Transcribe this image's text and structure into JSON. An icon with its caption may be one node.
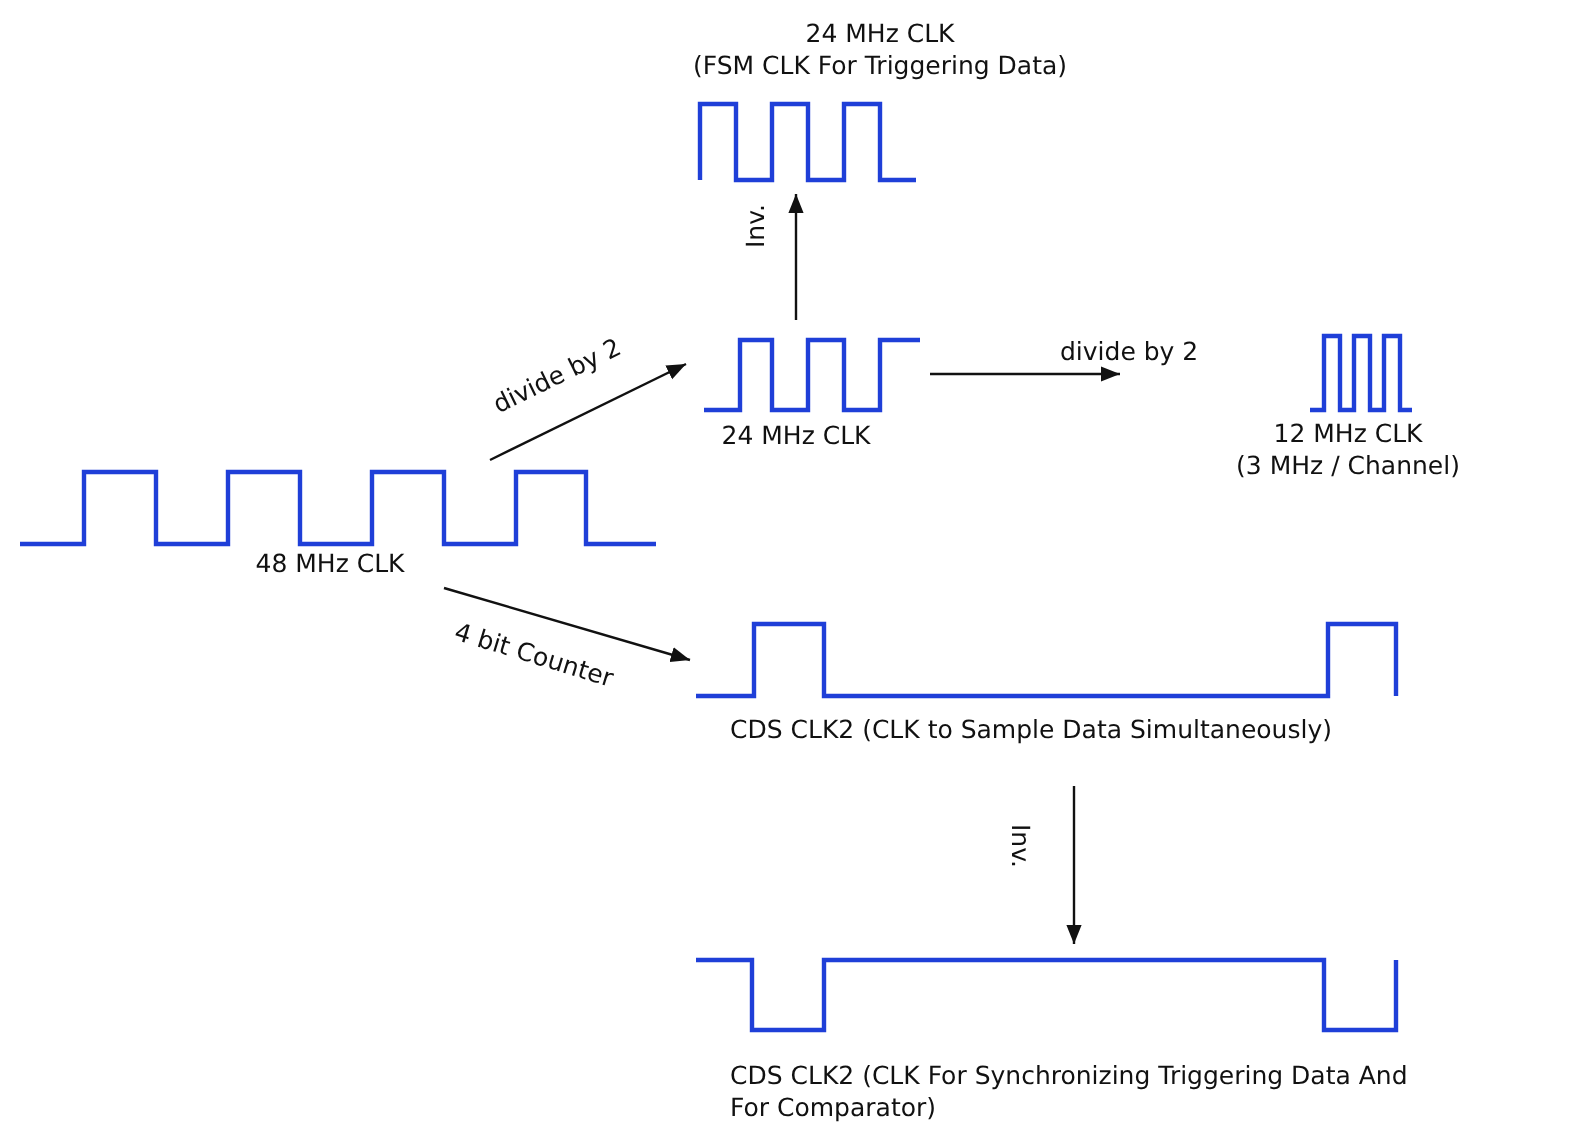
{
  "diagram": {
    "nodes": [
      {
        "text": [
          "24 MHz CLK",
          "(FSM CLK For Triggering Data)"
        ]
      },
      {
        "text": [
          "24 MHz CLK"
        ]
      },
      {
        "text": [
          "12 MHz CLK",
          "(3 MHz / Channel)"
        ]
      },
      {
        "text": [
          "48 MHz CLK"
        ]
      },
      {
        "text": [
          "CDS CLK2 (CLK to Sample Data Simultaneously)"
        ]
      },
      {
        "text": [
          "CDS CLK2 (CLK For Synchronizing Triggering Data And For Comparator)"
        ]
      }
    ],
    "edges": [
      {
        "from": 3,
        "to": 1,
        "arrow": "to",
        "label": "divide by 2"
      },
      {
        "from": 1,
        "to": 0,
        "arrow": "to",
        "label": "Inv."
      },
      {
        "from": 1,
        "to": 2,
        "arrow": "to",
        "label": "divide by 2"
      },
      {
        "from": 3,
        "to": 4,
        "arrow": "to",
        "label": "4 bit Counter"
      },
      {
        "from": 4,
        "to": 5,
        "arrow": "to",
        "label": "Inv."
      }
    ]
  }
}
